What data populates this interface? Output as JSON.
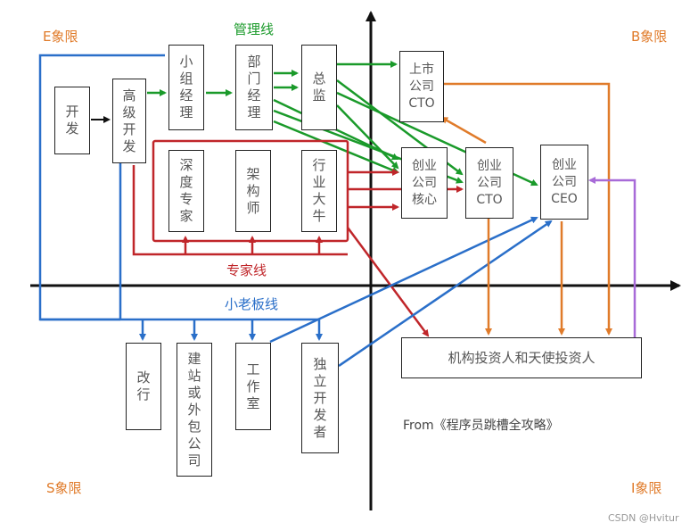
{
  "quadrants": {
    "e": "E象限",
    "b": "B象限",
    "s": "S象限",
    "i": "I象限"
  },
  "lines": {
    "management": "管理线",
    "expert": "专家线",
    "boss": "小老板线"
  },
  "nodes": {
    "dev": "开发",
    "senior_dev": "高级开发",
    "team_manager": "小组经理",
    "dept_manager": "部门经理",
    "director": "总监",
    "deep_expert": "深度专家",
    "architect": "架构师",
    "industry_expert": "行业大牛",
    "public_cto": "上市\n公司\nCTO",
    "startup_core": "创业\n公司\n核心",
    "startup_cto": "创业\n公司\nCTO",
    "startup_ceo": "创业\n公司\nCEO",
    "career_change": "改行",
    "outsourcing": "建站或外包公司",
    "studio": "工作室",
    "indie_dev": "独立开发者",
    "investors": "机构投资人和天使投资人"
  },
  "source": "From《程序员跳槽全攻略》",
  "watermark": "CSDN @Hvitur",
  "colors": {
    "management": "#1a9a2a",
    "expert": "#c0262a",
    "boss": "#2a6fc9",
    "b_quadrant": "#e07b2a",
    "investor": "#a86bd8",
    "axis": "#111111",
    "e_label": "#e07b2a",
    "s_label": "#e07b2a",
    "b_label": "#e07b2a",
    "i_label": "#e07b2a"
  }
}
